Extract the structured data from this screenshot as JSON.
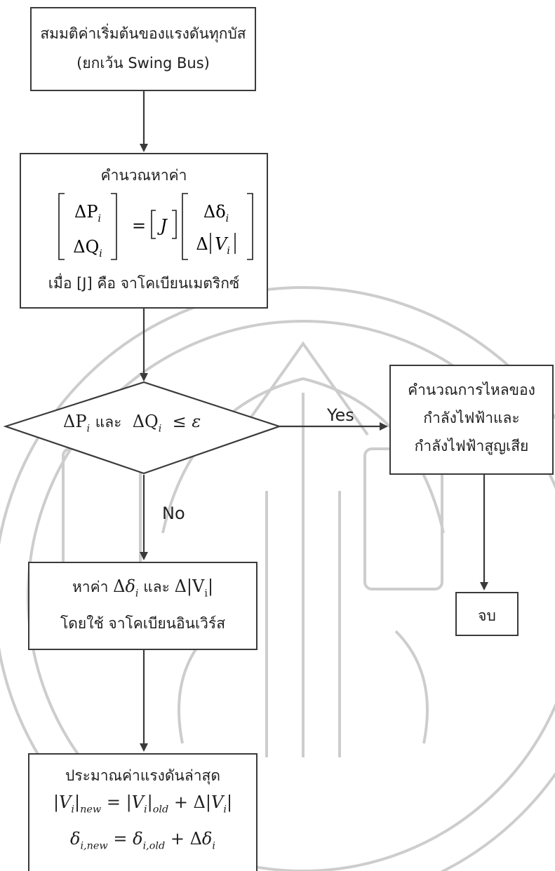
{
  "boxes": {
    "start": {
      "line1": "สมมติค่าเริ่มต้นของแรงดันทุกบัส",
      "line2": "(ยกเว้น Swing Bus)"
    },
    "calc": {
      "line1": "คำนวณหาค่า",
      "note": "เมื่อ [J] คือ จาโคเบียนเมตริกซ์"
    },
    "decision": {
      "connector": "และ"
    },
    "power_flow": {
      "line1": "คำนวณการไหลของ",
      "line2": "กำลังไฟฟ้าและ",
      "line3": "กำลังไฟฟ้าสูญเสีย"
    },
    "end": {
      "label": "จบ"
    },
    "inverse": {
      "prefix": "หาค่า",
      "connector": "และ",
      "line2": "โดยใช้ จาโคเบียนอินเวิร์ส"
    },
    "update": {
      "line1": "ประมาณค่าแรงดันล่าสุด"
    }
  },
  "arrows": {
    "yes_label": "Yes",
    "no_label": "No"
  },
  "colors": {
    "line": "#3a3a3a",
    "watermark": "#c9c9c9"
  }
}
